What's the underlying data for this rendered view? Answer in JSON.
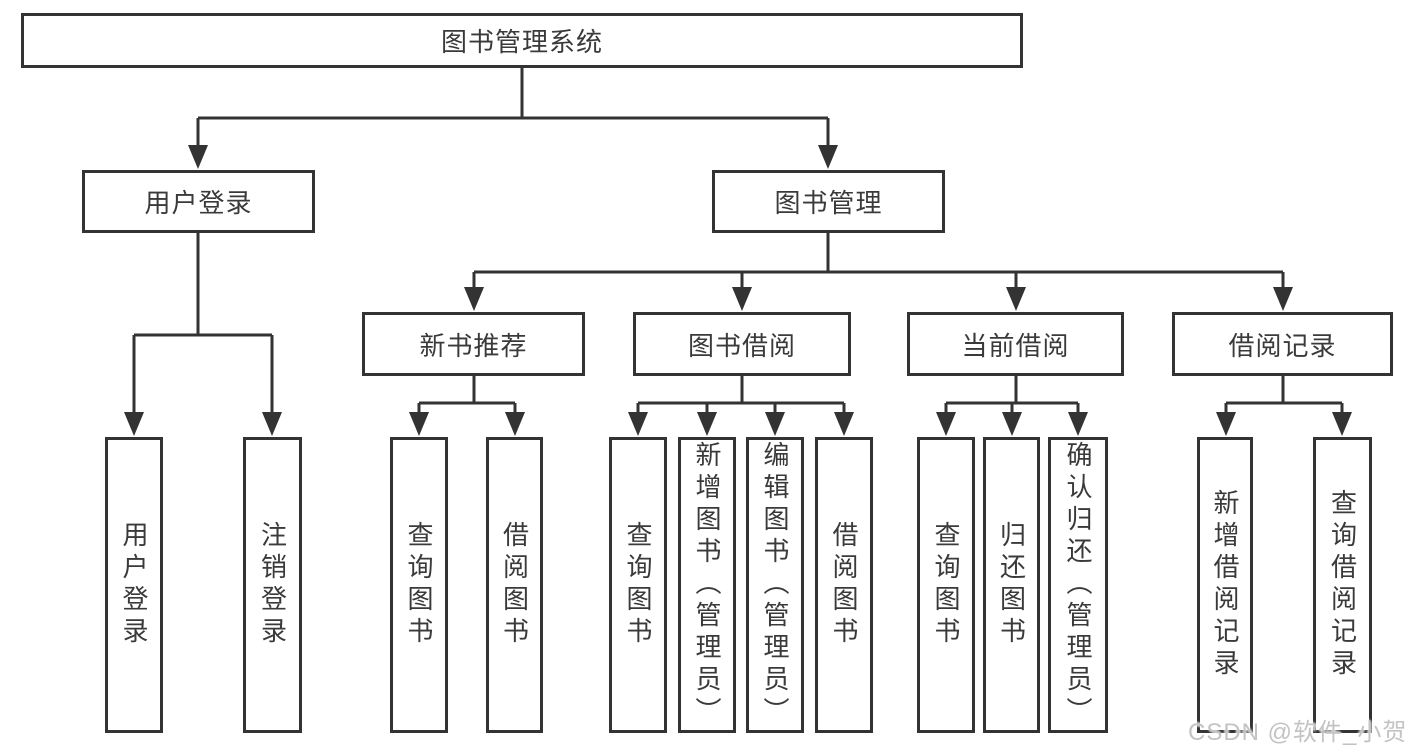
{
  "colors": {
    "line": "#333333",
    "text": "#3a3a3a",
    "watermark": "#c3c3c3",
    "background": "#ffffff"
  },
  "watermark": "CSDN @软件_小贺同学",
  "tree": {
    "root": {
      "label": "图书管理系统"
    },
    "branches": [
      {
        "label": "用户登录",
        "children": [
          {
            "label": "用户登录"
          },
          {
            "label": "注销登录"
          }
        ]
      },
      {
        "label": "图书管理",
        "children": [
          {
            "label": "新书推荐",
            "children": [
              {
                "label": "查询图书"
              },
              {
                "label": "借阅图书"
              }
            ]
          },
          {
            "label": "图书借阅",
            "children": [
              {
                "label": "查询图书"
              },
              {
                "label": "新增图书（管理员）"
              },
              {
                "label": "编辑图书（管理员）"
              },
              {
                "label": "借阅图书"
              }
            ]
          },
          {
            "label": "当前借阅",
            "children": [
              {
                "label": "查询图书"
              },
              {
                "label": "归还图书"
              },
              {
                "label": "确认归还（管理员）"
              }
            ]
          },
          {
            "label": "借阅记录",
            "children": [
              {
                "label": "新增借阅记录"
              },
              {
                "label": "查询借阅记录"
              }
            ]
          }
        ]
      }
    ]
  }
}
